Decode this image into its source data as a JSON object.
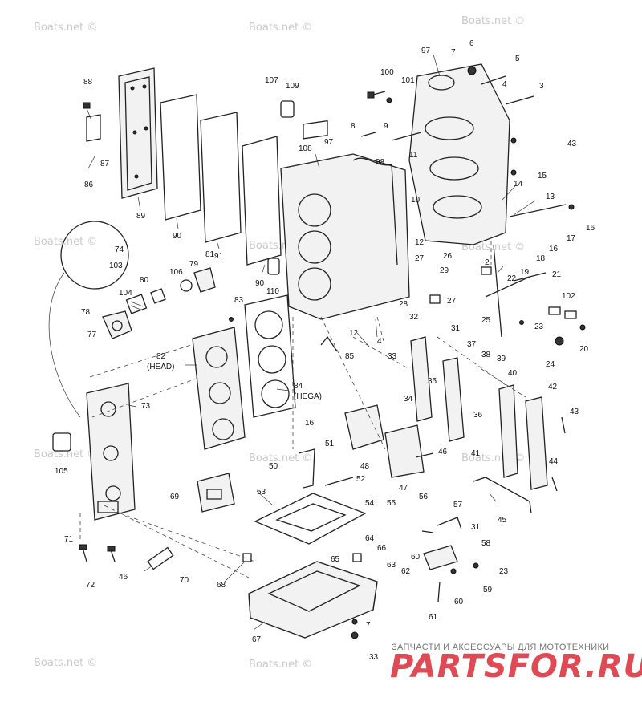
{
  "watermark": "Boats.net ©",
  "callouts": {
    "c88": "88",
    "c87": "87",
    "c86": "86",
    "c89": "89",
    "c90a": "90",
    "c90b": "90",
    "c91": "91",
    "c107": "107",
    "c109": "109",
    "c108": "108",
    "c97a": "97",
    "c97b": "97",
    "c100": "100",
    "c101": "101",
    "c6": "6",
    "c7a": "7",
    "c5": "5",
    "c4a": "4",
    "c3": "3",
    "c8": "8",
    "c9": "9",
    "c11": "11",
    "c98": "98",
    "c10": "10",
    "c43a": "43",
    "c15": "15",
    "c14": "14",
    "c13": "13",
    "c16a": "16",
    "c17": "17",
    "c16b": "16",
    "c18": "18",
    "c12a": "12",
    "c26": "26",
    "c2": "2",
    "c19": "19",
    "c27a": "27",
    "c29": "29",
    "c22": "22",
    "c21": "21",
    "c102": "102",
    "c28": "28",
    "c32": "32",
    "c27b": "27",
    "c25": "25",
    "c23a": "23",
    "c20": "20",
    "c74": "74",
    "c103": "103",
    "c79": "79",
    "c81": "81",
    "c106": "106",
    "c80": "80",
    "c104": "104",
    "c110": "110",
    "c78": "78",
    "c77": "77",
    "c83": "83",
    "c12b": "12",
    "c4b": "4",
    "c31a": "31",
    "c33a": "33",
    "c85": "85",
    "c35": "35",
    "c37": "37",
    "c38": "38",
    "c39": "39",
    "c40": "40",
    "c24": "24",
    "c42": "42",
    "c73": "73",
    "c34": "34",
    "c36": "36",
    "c43b": "43",
    "c16c": "16",
    "c51": "51",
    "c41": "41",
    "c44": "44",
    "c105": "105",
    "c50": "50",
    "c48": "48",
    "c46a": "46",
    "c52": "52",
    "c47": "47",
    "c53": "53",
    "c69": "69",
    "c45": "45",
    "c54": "54",
    "c55": "55",
    "c56": "56",
    "c57": "57",
    "c71": "71",
    "c64": "64",
    "c66": "66",
    "c31b": "31",
    "c58": "58",
    "c72": "72",
    "c46b": "46",
    "c70": "70",
    "c65": "65",
    "c63": "63",
    "c60a": "60",
    "c62": "62",
    "c23b": "23",
    "c68": "68",
    "c59": "59",
    "c60b": "60",
    "c61": "61",
    "c7b": "7",
    "c67": "67",
    "c33b": "33"
  },
  "labels": {
    "c82_num": "82",
    "c82_sub": "(HEAD)",
    "c84_num": "84",
    "c84_sub": "(HEGA)"
  },
  "footer": {
    "caption": "ЗАПЧАСТИ И АКСЕССУАРЫ ДЛЯ МОТОТЕХНИКИ",
    "logo": "PARTSFOR.RU"
  },
  "colors": {
    "line": "#222222",
    "watermark": "#c9c9c9",
    "logo": "#e04a55",
    "caption": "#777777"
  }
}
